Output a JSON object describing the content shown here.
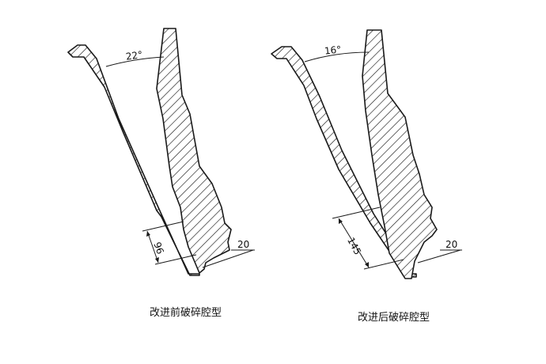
{
  "panels": [
    {
      "caption": "改进前破碎腔型",
      "angle_label": "22°",
      "height_label": "96",
      "gap_label": "20"
    },
    {
      "caption": "改进后破碎腔型",
      "angle_label": "16°",
      "height_label": "145",
      "gap_label": "20"
    }
  ],
  "colors": {
    "line": "#1a1a1a",
    "background": "#ffffff"
  }
}
